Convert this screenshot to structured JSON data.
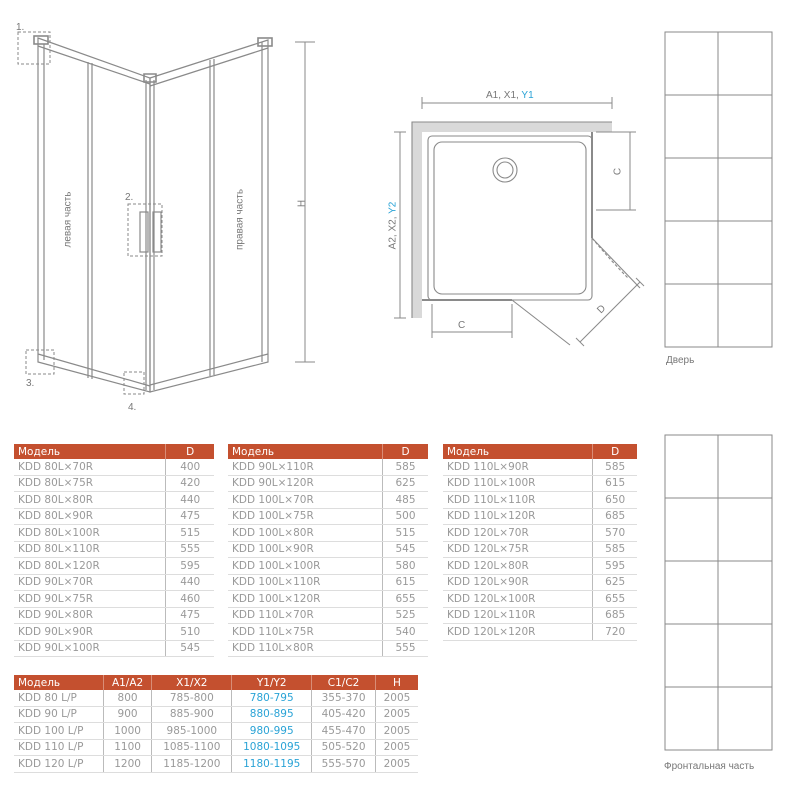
{
  "front_view": {
    "label_left": "левая часть",
    "label_right": "правая часть",
    "label_height": "H",
    "callouts": [
      "1.",
      "2.",
      "3.",
      "4."
    ]
  },
  "top_view": {
    "dim_top_prefix": "A1, X1, ",
    "dim_top_highlight": "Y1",
    "dim_left_prefix": "A2, X2, ",
    "dim_left_highlight": "Y2",
    "dim_c_right": "C",
    "dim_c_bottom": "C",
    "dim_d": "D"
  },
  "panels": {
    "door_caption": "Дверь",
    "front_caption": "Фронтальная часть"
  },
  "tables": [
    {
      "headers": [
        "Модель",
        "D"
      ],
      "rows": [
        [
          "KDD 80L×70R",
          "400"
        ],
        [
          "KDD 80L×75R",
          "420"
        ],
        [
          "KDD 80L×80R",
          "440"
        ],
        [
          "KDD 80L×90R",
          "475"
        ],
        [
          "KDD 80L×100R",
          "515"
        ],
        [
          "KDD 80L×110R",
          "555"
        ],
        [
          "KDD 80L×120R",
          "595"
        ],
        [
          "KDD 90L×70R",
          "440"
        ],
        [
          "KDD 90L×75R",
          "460"
        ],
        [
          "KDD 90L×80R",
          "475"
        ],
        [
          "KDD 90L×90R",
          "510"
        ],
        [
          "KDD 90L×100R",
          "545"
        ]
      ]
    },
    {
      "headers": [
        "Модель",
        "D"
      ],
      "rows": [
        [
          "KDD 90L×110R",
          "585"
        ],
        [
          "KDD 90L×120R",
          "625"
        ],
        [
          "KDD 100L×70R",
          "485"
        ],
        [
          "KDD 100L×75R",
          "500"
        ],
        [
          "KDD 100L×80R",
          "515"
        ],
        [
          "KDD 100L×90R",
          "545"
        ],
        [
          "KDD 100L×100R",
          "580"
        ],
        [
          "KDD 100L×110R",
          "615"
        ],
        [
          "KDD 100L×120R",
          "655"
        ],
        [
          "KDD 110L×70R",
          "525"
        ],
        [
          "KDD 110L×75R",
          "540"
        ],
        [
          "KDD 110L×80R",
          "555"
        ]
      ]
    },
    {
      "headers": [
        "Модель",
        "D"
      ],
      "rows": [
        [
          "KDD 110L×90R",
          "585"
        ],
        [
          "KDD 110L×100R",
          "615"
        ],
        [
          "KDD 110L×110R",
          "650"
        ],
        [
          "KDD 110L×120R",
          "685"
        ],
        [
          "KDD 120L×70R",
          "570"
        ],
        [
          "KDD 120L×75R",
          "585"
        ],
        [
          "KDD 120L×80R",
          "595"
        ],
        [
          "KDD 120L×90R",
          "625"
        ],
        [
          "KDD 120L×100R",
          "655"
        ],
        [
          "KDD 120L×110R",
          "685"
        ],
        [
          "KDD 120L×120R",
          "720"
        ]
      ]
    }
  ],
  "size_table": {
    "headers": [
      "Модель",
      "A1/A2",
      "X1/X2",
      "Y1/Y2",
      "C1/C2",
      "H"
    ],
    "rows": [
      [
        "KDD 80 L/P",
        "800",
        "785-800",
        "780-795",
        "355-370",
        "2005"
      ],
      [
        "KDD 90 L/P",
        "900",
        "885-900",
        "880-895",
        "405-420",
        "2005"
      ],
      [
        "KDD 100 L/P",
        "1000",
        "985-1000",
        "980-995",
        "455-470",
        "2005"
      ],
      [
        "KDD 110 L/P",
        "1100",
        "1085-1100",
        "1080-1095",
        "505-520",
        "2005"
      ],
      [
        "KDD 120 L/P",
        "1200",
        "1185-1200",
        "1180-1195",
        "555-570",
        "2005"
      ]
    ]
  },
  "colors": {
    "header_bg": "#c4502f",
    "highlight": "#2aa3d6",
    "line": "#8a8a8a"
  }
}
